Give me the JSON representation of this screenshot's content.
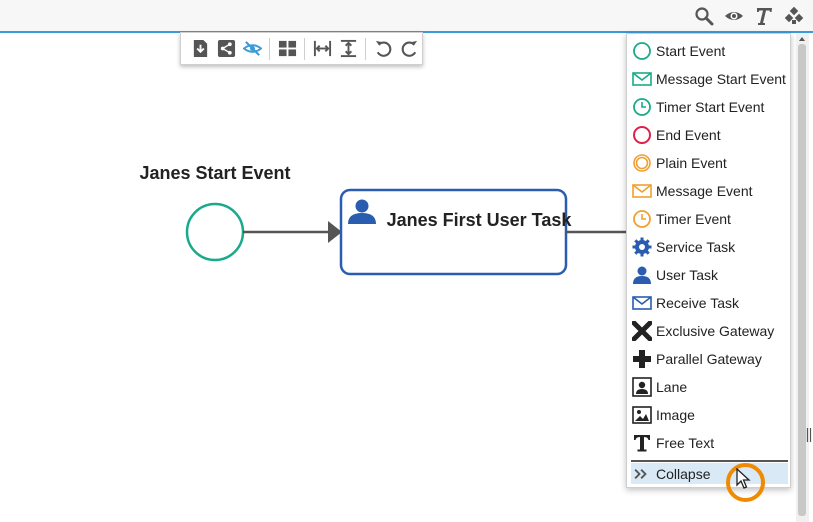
{
  "diagram": {
    "start_event_label": "Janes Start Event",
    "task_label": "Janes First User Task"
  },
  "palette": {
    "items": [
      {
        "label": "Start Event",
        "icon": "start-event-icon"
      },
      {
        "label": "Message Start Event",
        "icon": "message-start-event-icon"
      },
      {
        "label": "Timer Start Event",
        "icon": "timer-start-event-icon"
      },
      {
        "label": "End Event",
        "icon": "end-event-icon"
      },
      {
        "label": "Plain Event",
        "icon": "plain-event-icon"
      },
      {
        "label": "Message Event",
        "icon": "message-event-icon"
      },
      {
        "label": "Timer Event",
        "icon": "timer-event-icon"
      },
      {
        "label": "Service Task",
        "icon": "service-task-icon"
      },
      {
        "label": "User Task",
        "icon": "user-task-icon"
      },
      {
        "label": "Receive Task",
        "icon": "receive-task-icon"
      },
      {
        "label": "Exclusive Gateway",
        "icon": "exclusive-gateway-icon"
      },
      {
        "label": "Parallel Gateway",
        "icon": "parallel-gateway-icon"
      },
      {
        "label": "Lane",
        "icon": "lane-icon"
      },
      {
        "label": "Image",
        "icon": "image-icon"
      },
      {
        "label": "Free Text",
        "icon": "free-text-icon"
      }
    ],
    "collapse_label": "Collapse"
  },
  "colors": {
    "accent": "#3b9ad9",
    "start_event": "#1aaa8a",
    "end_event": "#e0204a",
    "intermediate_event": "#f0a030",
    "task_border": "#2a5db0",
    "icon_blue": "#2a5db0",
    "click_ring": "#f08a00"
  }
}
